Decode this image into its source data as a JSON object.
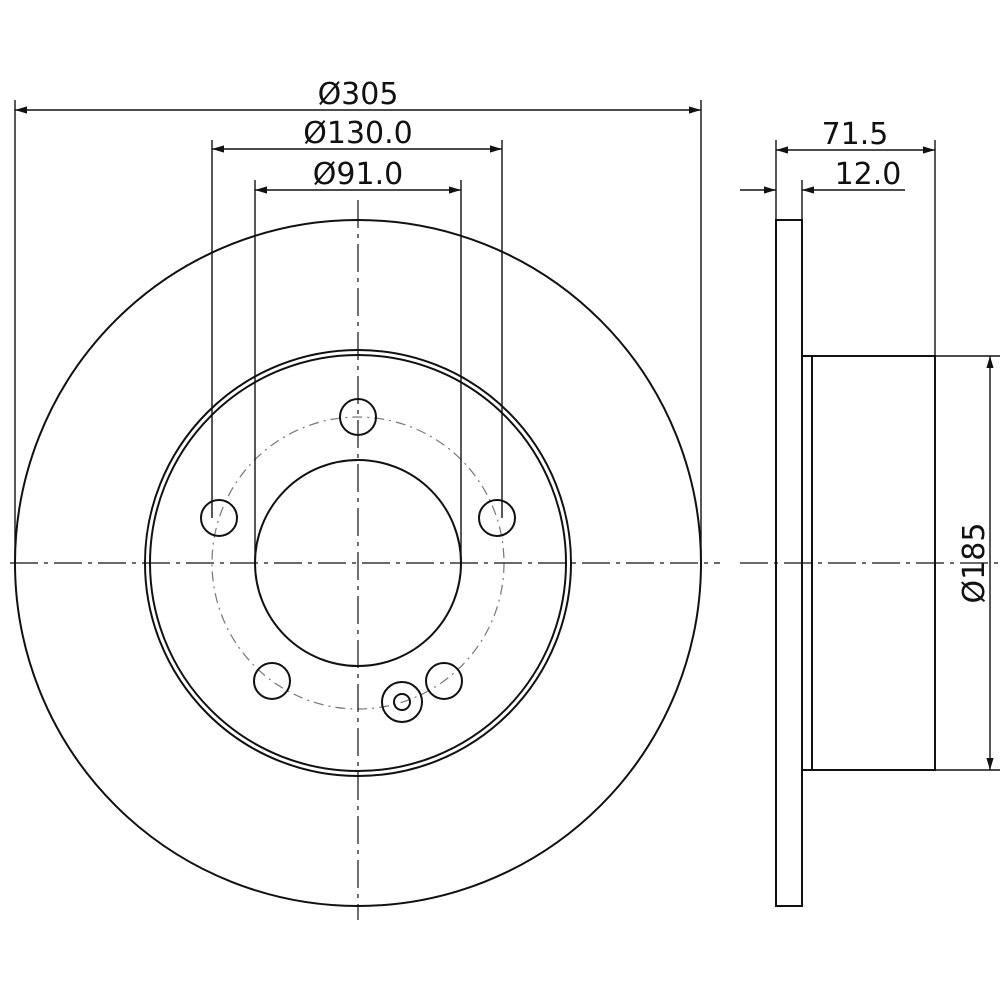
{
  "dimensions": {
    "outer_diameter": "Ø305",
    "bolt_circle_diameter": "Ø130.0",
    "center_bore_diameter": "Ø91.0",
    "total_height": "71.5",
    "disc_thickness": "12.0",
    "hat_diameter": "Ø185"
  },
  "colors": {
    "line": "#111111",
    "background": "#ffffff"
  }
}
